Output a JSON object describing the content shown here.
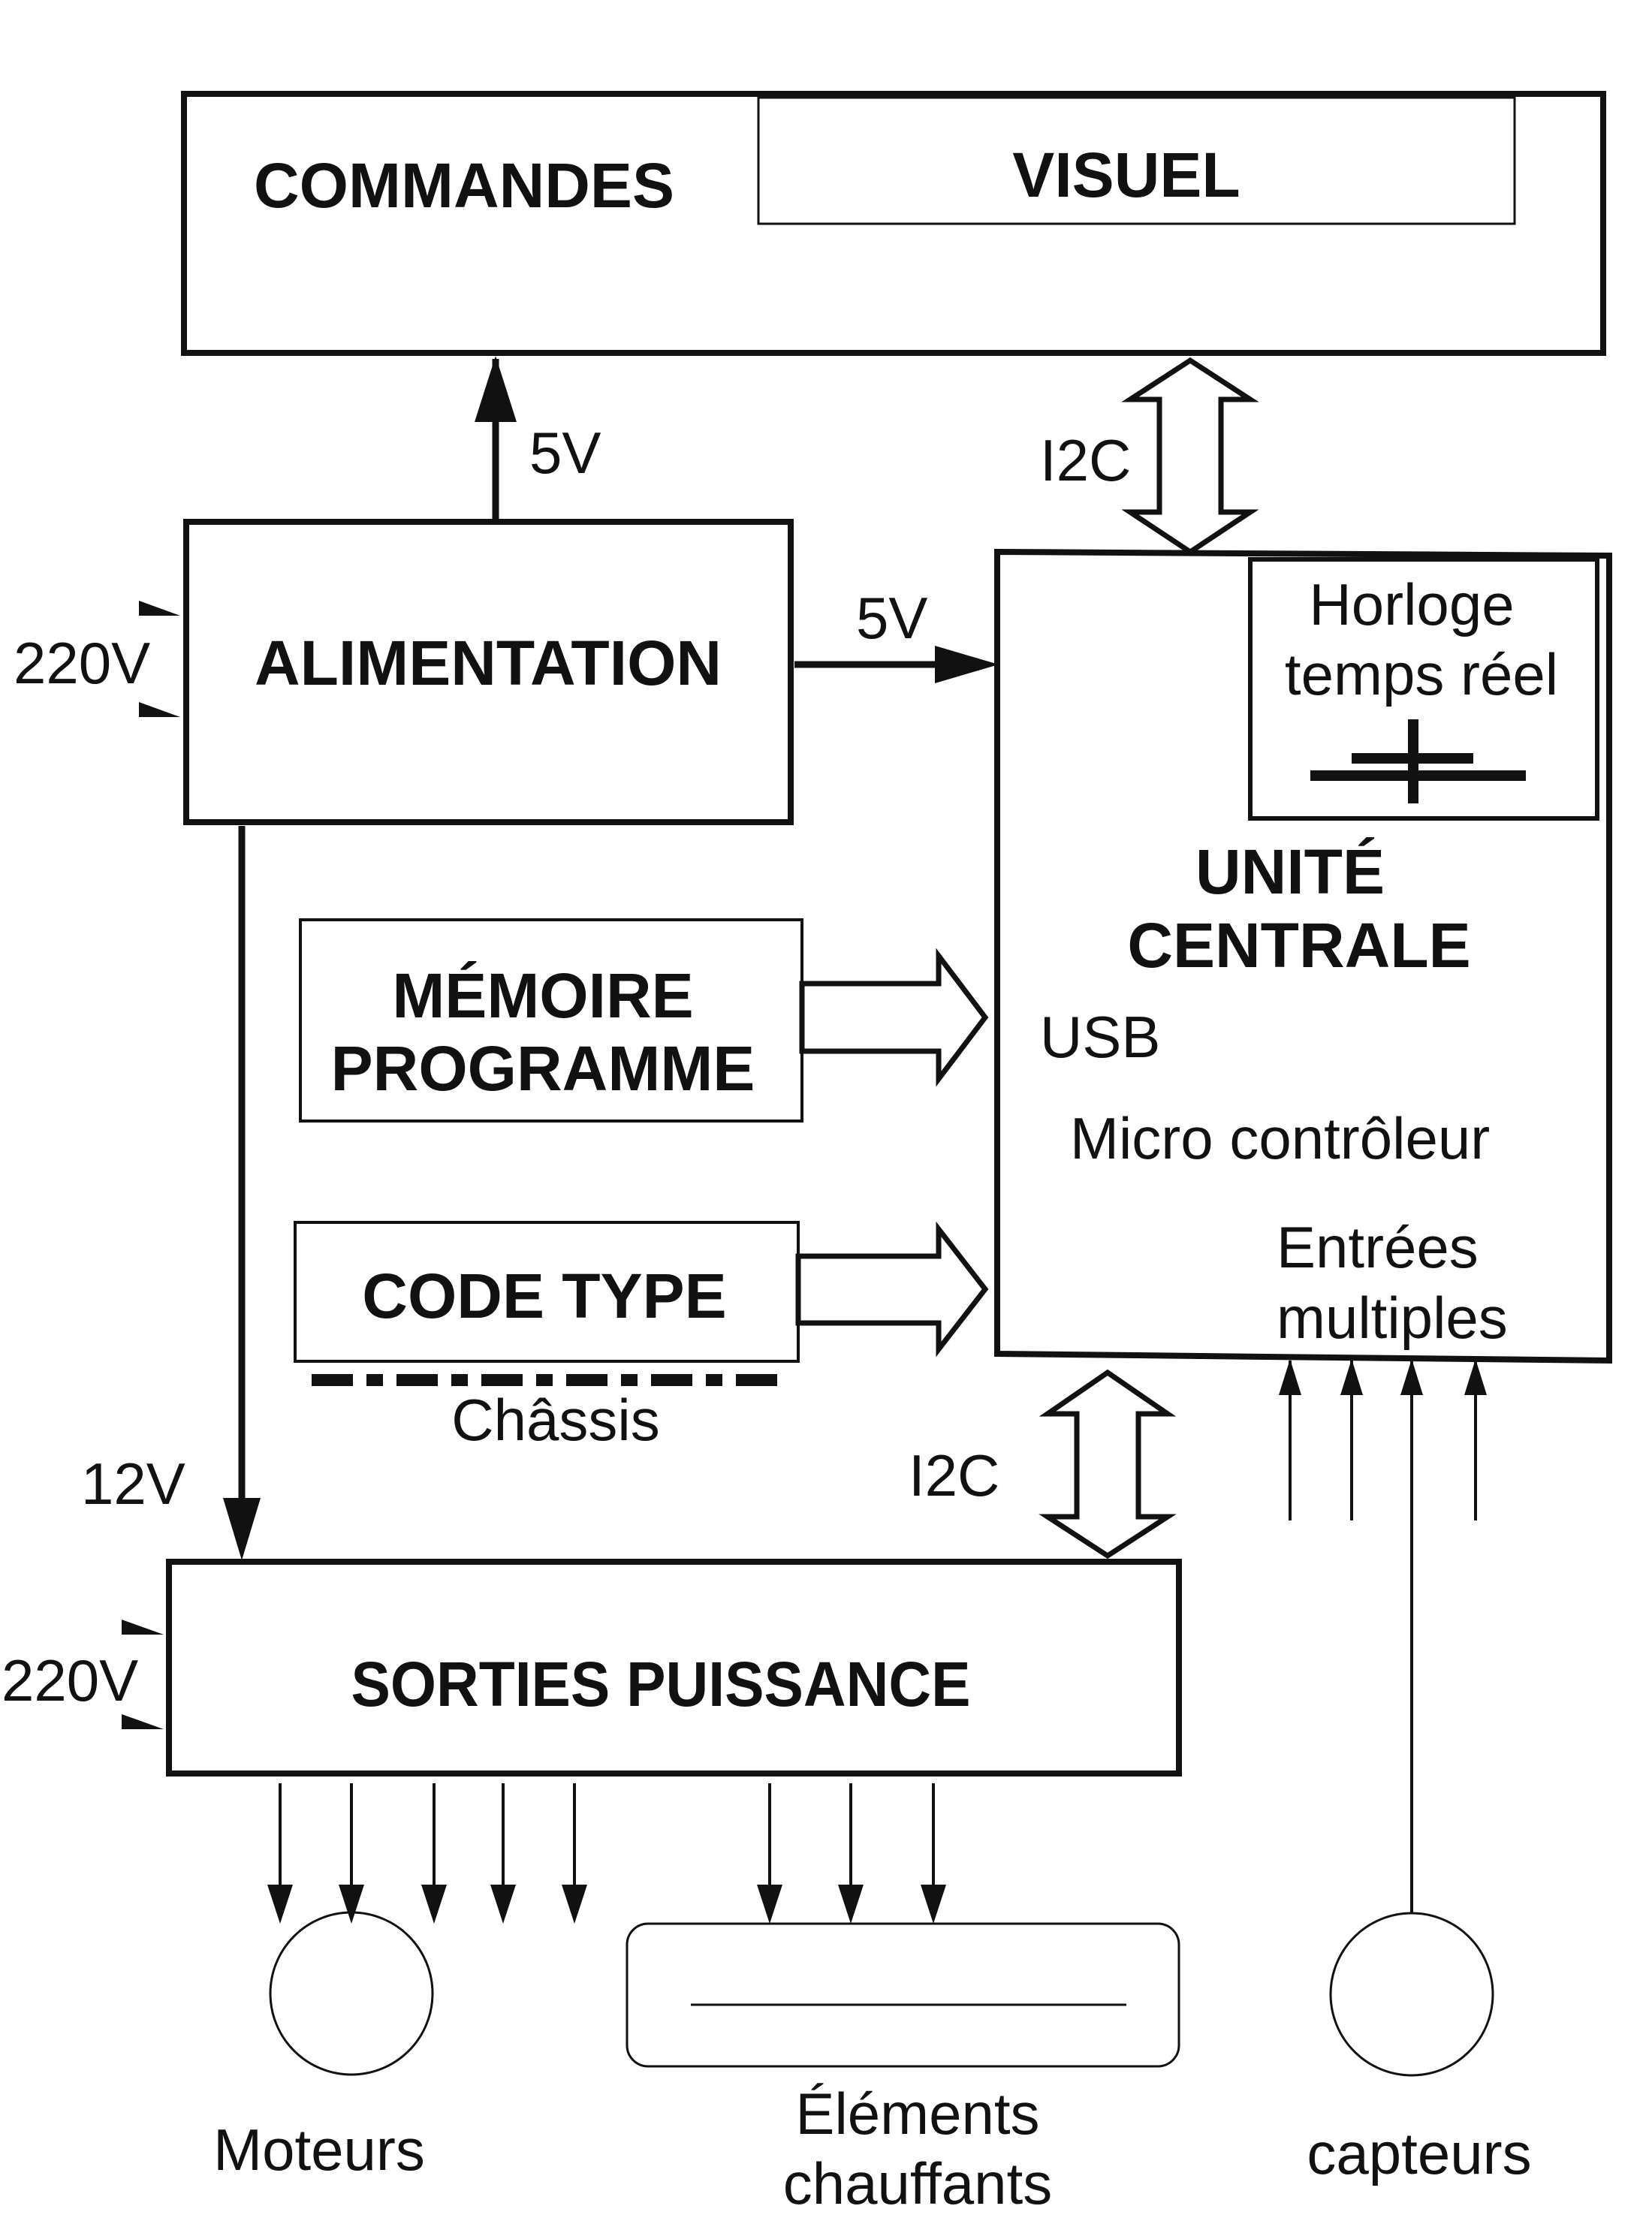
{
  "blocks": {
    "commandes": "COMMANDES",
    "visuel": "VISUEL",
    "alimentation": "ALIMENTATION",
    "memoire_line1": "MÉMOIRE",
    "memoire_line2": "PROGRAMME",
    "code_type": "CODE TYPE",
    "chassis": "Châssis",
    "unite_line1": "UNITÉ",
    "unite_line2": "CENTRALE",
    "horloge_line1": "Horloge",
    "horloge_line2": "temps réel",
    "usb": "USB",
    "microcontroleur": "Micro contrôleur",
    "entrees_line1": "Entrées",
    "entrees_line2": "multiples",
    "sorties": "SORTIES PUISSANCE"
  },
  "signals": {
    "v5_top": "5V",
    "v5_right": "5V",
    "i2c_top": "I2C",
    "i2c_bottom": "I2C",
    "v220_top": "220V",
    "v220_bottom": "220V",
    "v12": "12V"
  },
  "outputs": {
    "moteurs": "Moteurs",
    "elements_line1": "Éléments",
    "elements_line2": "chauffants",
    "capteurs": "capteurs"
  },
  "colors": {
    "line": "#111111",
    "background": "#ffffff"
  }
}
